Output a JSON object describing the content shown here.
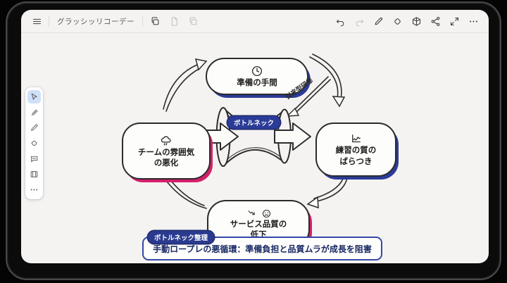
{
  "window": {
    "title": "グラッシッリコーデー"
  },
  "toolbar": {
    "left_icons": [
      "menu",
      "duplicate",
      "page",
      "copy"
    ],
    "right_icons": [
      "undo",
      "redo",
      "pencil",
      "eraser",
      "shapes",
      "share",
      "expand",
      "more"
    ]
  },
  "sidebar": {
    "tools": [
      "select",
      "marker",
      "pencil",
      "eraser",
      "comment",
      "frame",
      "more"
    ],
    "selected_tool": "select"
  },
  "diagram": {
    "center_badge": "ボトルネック",
    "arrow_label": "従来型研修",
    "node_top": {
      "line1": "準備の手間"
    },
    "node_right": {
      "line1": "練習の質の",
      "line2": "ばらつき"
    },
    "node_bottom": {
      "line1": "サービス品質の",
      "line2": "低下"
    },
    "node_left": {
      "line1": "チームの雰囲気",
      "line2": "の悪化"
    },
    "summary": {
      "badge": "ボトルネック整理",
      "text": "手動ロープレの悪循環：準備負担と品質ムラが成長を阻害"
    }
  },
  "colors": {
    "accent_blue": "#2b3b97",
    "accent_pink": "#d42069",
    "badge_navy": "#2a3a8e",
    "canvas_bg": "#f4f3f1",
    "outline": "#2b2b2b"
  }
}
